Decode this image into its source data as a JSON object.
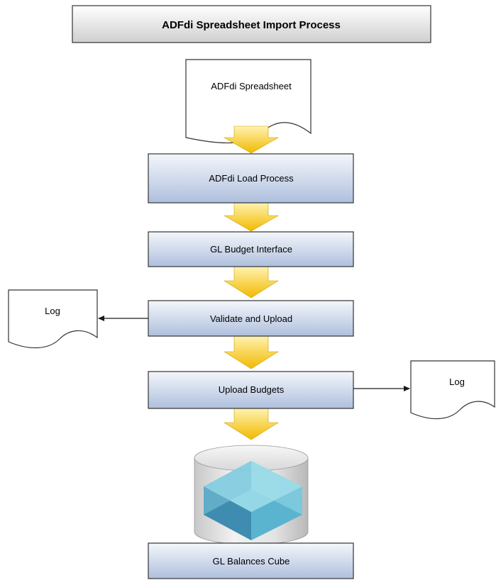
{
  "title": "ADFdi Spreadsheet Import Process",
  "documents": {
    "spreadsheet": "ADFdi Spreadsheet",
    "log_left": "Log",
    "log_right": "Log"
  },
  "steps": {
    "load": "ADFdi Load Process",
    "interface": "GL Budget Interface",
    "validate": "Validate and Upload",
    "upload": "Upload Budgets",
    "cube": "GL Balances Cube"
  },
  "colors": {
    "box_top": "#f4f7fb",
    "box_bottom": "#aebfdd",
    "title_top": "#ffffff",
    "title_bottom": "#cfcfcf",
    "arrow_top": "#fff3b0",
    "arrow_bottom": "#f2b900",
    "stroke": "#333333"
  }
}
